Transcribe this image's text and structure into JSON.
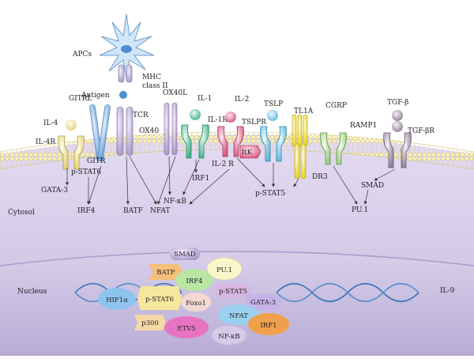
{
  "colors": {
    "cytosol": "#cfc7e6",
    "nucleus": "#c7bde0",
    "membrane_line": "#e0d48a",
    "membrane_head": "#fff7c4",
    "arrow": "#333333"
  },
  "labels": {
    "apcs": "APCs",
    "mhc_line1": "MHC",
    "mhc_line2": "class II",
    "antigen": "Antigen",
    "tcr": "TCR",
    "ox40l": "OX40L",
    "ox40": "OX40",
    "gitrl": "GITRL",
    "gitr": "GITR",
    "il4": "IL-4",
    "il4r": "IL-4R",
    "il1": "IL-1",
    "il1r": "IL-1R",
    "il2": "IL-2",
    "il2r": "IL-2 R",
    "itk": "ItK",
    "tslp": "TSLP",
    "tslpr": "TSLPR",
    "tl1a": "TL1A",
    "dr3": "DR3",
    "cgrp": "CGRP",
    "ramp1": "RAMP1",
    "tgfb": "TGF-β",
    "tgfbr": "TGF-βR",
    "pstat6": "p-STAT6",
    "gata3": "GATA-3",
    "irf4": "IRF4",
    "batf": "BATF",
    "nfat": "NFAT",
    "nfkb": "NF-κB",
    "irf1": "IRF1",
    "pstat5": "p-STAT5",
    "smad": "SMAD",
    "pu1": "PU.1",
    "cytosol": "Cytosol",
    "nucleus": "Nucleus",
    "il9": "IL-9"
  },
  "nuclear_factors": {
    "smad": "SMAD",
    "batf": "BATF",
    "pu1": "PU.1",
    "irf4": "IRF4",
    "pstat5": "p-STAT5",
    "hif1a": "HIF1α",
    "pstat6": "p-STAT6",
    "foxo1": "Foxo1",
    "gata3": "GATA-3",
    "nfat": "NFAT",
    "p300": "p300",
    "etv5": "ETV5",
    "irf1": "IRF1",
    "nfkb": "NF-κB"
  }
}
